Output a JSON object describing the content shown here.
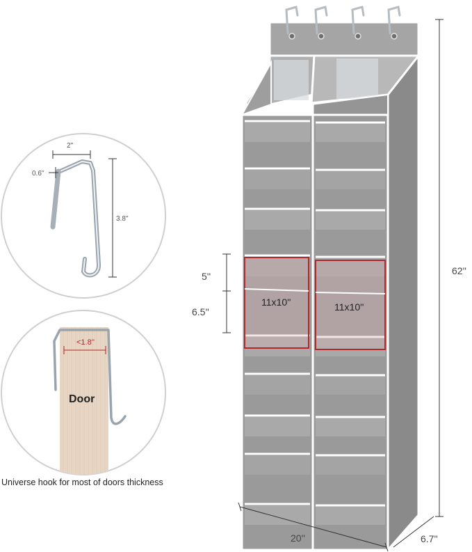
{
  "hook_detail": {
    "width": "2''",
    "thickness": "0.6''",
    "height": "3.8''"
  },
  "door_detail": {
    "gap": "<1.8''",
    "door_label": "Door",
    "caption": "Universe hook for most of doors thickness"
  },
  "organizer": {
    "pocket_depth": "5''",
    "pocket_height": "6.5''",
    "pocket_left_size": "11x10''",
    "pocket_right_size": "11x10''",
    "total_height": "62''",
    "width": "20''",
    "depth": "6.7''"
  },
  "colors": {
    "fabric": "#9c9c9c",
    "trim": "#ffffff",
    "highlight": "#b3262a",
    "door_wood": "#e8d7c6"
  }
}
